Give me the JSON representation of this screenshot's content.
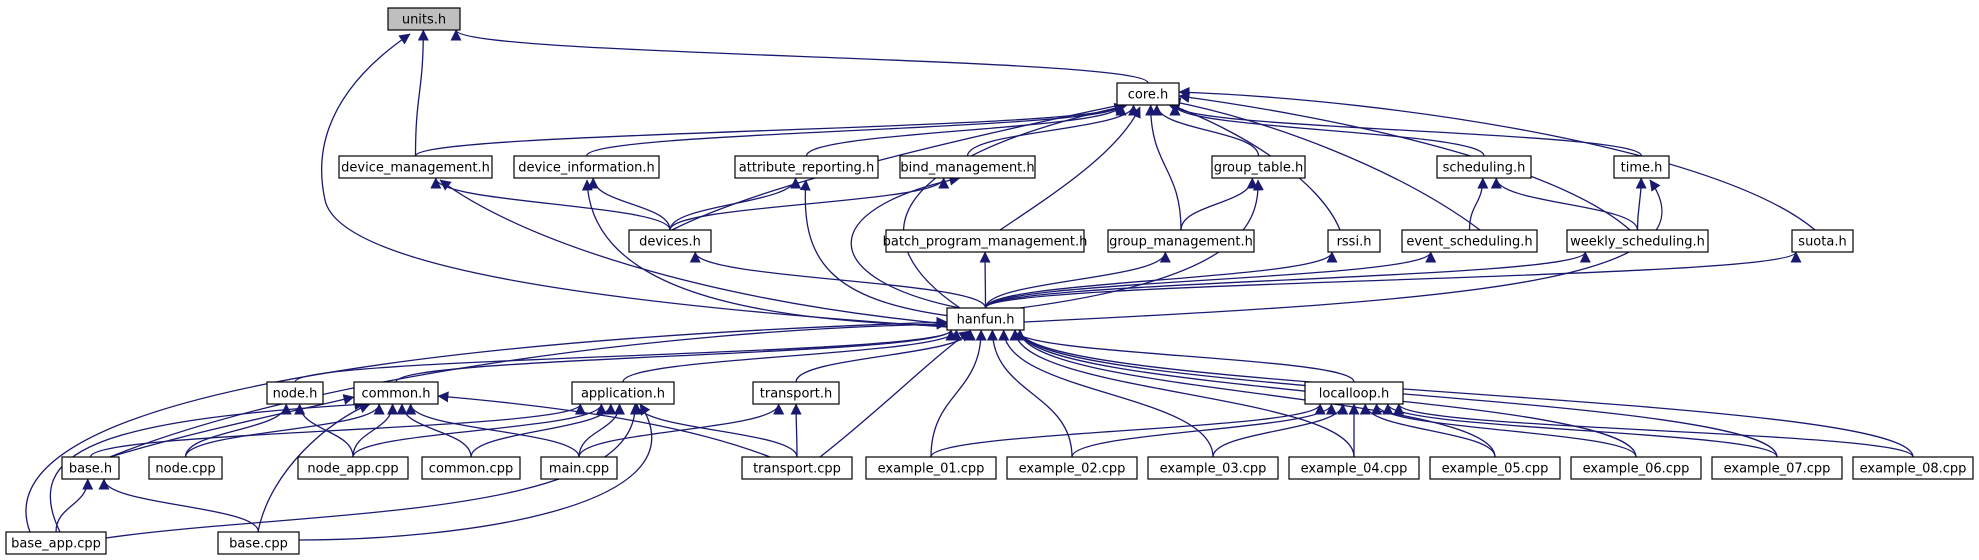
{
  "colors": {
    "edge": "#191970",
    "node_border": "#000000",
    "root_fill": "#bfbfbf",
    "node_fill": "#ffffff"
  },
  "nodes": [
    {
      "id": "units",
      "label": "units.h",
      "root": true
    },
    {
      "id": "core",
      "label": "core.h"
    },
    {
      "id": "device_management",
      "label": "device_management.h"
    },
    {
      "id": "device_information",
      "label": "device_information.h"
    },
    {
      "id": "attribute_reporting",
      "label": "attribute_reporting.h"
    },
    {
      "id": "bind_management",
      "label": "bind_management.h"
    },
    {
      "id": "group_table",
      "label": "group_table.h"
    },
    {
      "id": "scheduling",
      "label": "scheduling.h"
    },
    {
      "id": "time",
      "label": "time.h"
    },
    {
      "id": "devices",
      "label": "devices.h"
    },
    {
      "id": "batch_program_management",
      "label": "batch_program_management.h"
    },
    {
      "id": "group_management",
      "label": "group_management.h"
    },
    {
      "id": "rssi",
      "label": "rssi.h"
    },
    {
      "id": "event_scheduling",
      "label": "event_scheduling.h"
    },
    {
      "id": "weekly_scheduling",
      "label": "weekly_scheduling.h"
    },
    {
      "id": "suota",
      "label": "suota.h"
    },
    {
      "id": "hanfun",
      "label": "hanfun.h"
    },
    {
      "id": "node_h",
      "label": "node.h"
    },
    {
      "id": "common_h",
      "label": "common.h"
    },
    {
      "id": "application",
      "label": "application.h"
    },
    {
      "id": "transport_h",
      "label": "transport.h"
    },
    {
      "id": "localloop",
      "label": "localloop.h"
    },
    {
      "id": "base_h",
      "label": "base.h"
    },
    {
      "id": "node_cpp",
      "label": "node.cpp"
    },
    {
      "id": "node_app_cpp",
      "label": "node_app.cpp"
    },
    {
      "id": "common_cpp",
      "label": "common.cpp"
    },
    {
      "id": "main_cpp",
      "label": "main.cpp"
    },
    {
      "id": "transport_cpp",
      "label": "transport.cpp"
    },
    {
      "id": "ex01",
      "label": "example_01.cpp"
    },
    {
      "id": "ex02",
      "label": "example_02.cpp"
    },
    {
      "id": "ex03",
      "label": "example_03.cpp"
    },
    {
      "id": "ex04",
      "label": "example_04.cpp"
    },
    {
      "id": "ex05",
      "label": "example_05.cpp"
    },
    {
      "id": "ex06",
      "label": "example_06.cpp"
    },
    {
      "id": "ex07",
      "label": "example_07.cpp"
    },
    {
      "id": "ex08",
      "label": "example_08.cpp"
    },
    {
      "id": "base_app_cpp",
      "label": "base_app.cpp"
    },
    {
      "id": "base_cpp",
      "label": "base.cpp"
    }
  ],
  "edges": [
    {
      "from": "core",
      "to": "units"
    },
    {
      "from": "device_management",
      "to": "units"
    },
    {
      "from": "hanfun",
      "to": "units"
    },
    {
      "from": "device_management",
      "to": "core"
    },
    {
      "from": "device_information",
      "to": "core"
    },
    {
      "from": "attribute_reporting",
      "to": "core"
    },
    {
      "from": "bind_management",
      "to": "core"
    },
    {
      "from": "group_table",
      "to": "core"
    },
    {
      "from": "scheduling",
      "to": "core"
    },
    {
      "from": "time",
      "to": "core"
    },
    {
      "from": "devices",
      "to": "core"
    },
    {
      "from": "batch_program_management",
      "to": "core"
    },
    {
      "from": "group_management",
      "to": "core"
    },
    {
      "from": "rssi",
      "to": "core"
    },
    {
      "from": "event_scheduling",
      "to": "core"
    },
    {
      "from": "weekly_scheduling",
      "to": "core"
    },
    {
      "from": "suota",
      "to": "core"
    },
    {
      "from": "hanfun",
      "to": "core"
    },
    {
      "from": "devices",
      "to": "device_management"
    },
    {
      "from": "hanfun",
      "to": "device_management"
    },
    {
      "from": "devices",
      "to": "device_information"
    },
    {
      "from": "hanfun",
      "to": "device_information"
    },
    {
      "from": "devices",
      "to": "attribute_reporting"
    },
    {
      "from": "hanfun",
      "to": "attribute_reporting"
    },
    {
      "from": "devices",
      "to": "bind_management"
    },
    {
      "from": "hanfun",
      "to": "bind_management"
    },
    {
      "from": "group_management",
      "to": "group_table"
    },
    {
      "from": "hanfun",
      "to": "group_table"
    },
    {
      "from": "event_scheduling",
      "to": "scheduling"
    },
    {
      "from": "weekly_scheduling",
      "to": "scheduling"
    },
    {
      "from": "weekly_scheduling",
      "to": "time"
    },
    {
      "from": "hanfun",
      "to": "time"
    },
    {
      "from": "hanfun",
      "to": "devices"
    },
    {
      "from": "hanfun",
      "to": "batch_program_management"
    },
    {
      "from": "hanfun",
      "to": "group_management"
    },
    {
      "from": "hanfun",
      "to": "rssi"
    },
    {
      "from": "hanfun",
      "to": "event_scheduling"
    },
    {
      "from": "hanfun",
      "to": "weekly_scheduling"
    },
    {
      "from": "hanfun",
      "to": "suota"
    },
    {
      "from": "node_h",
      "to": "hanfun"
    },
    {
      "from": "common_h",
      "to": "hanfun"
    },
    {
      "from": "application",
      "to": "hanfun"
    },
    {
      "from": "transport_h",
      "to": "hanfun"
    },
    {
      "from": "localloop",
      "to": "hanfun"
    },
    {
      "from": "base_h",
      "to": "hanfun"
    },
    {
      "from": "base_app_cpp",
      "to": "hanfun"
    },
    {
      "from": "transport_cpp",
      "to": "hanfun"
    },
    {
      "from": "ex01",
      "to": "hanfun"
    },
    {
      "from": "ex02",
      "to": "hanfun"
    },
    {
      "from": "ex03",
      "to": "hanfun"
    },
    {
      "from": "ex04",
      "to": "hanfun"
    },
    {
      "from": "ex05",
      "to": "hanfun"
    },
    {
      "from": "ex06",
      "to": "hanfun"
    },
    {
      "from": "ex07",
      "to": "hanfun"
    },
    {
      "from": "ex08",
      "to": "hanfun"
    },
    {
      "from": "node_cpp",
      "to": "node_h"
    },
    {
      "from": "node_app_cpp",
      "to": "node_h"
    },
    {
      "from": "base_h",
      "to": "common_h"
    },
    {
      "from": "node_cpp",
      "to": "common_h"
    },
    {
      "from": "node_app_cpp",
      "to": "common_h"
    },
    {
      "from": "common_cpp",
      "to": "common_h"
    },
    {
      "from": "main_cpp",
      "to": "common_h"
    },
    {
      "from": "transport_cpp",
      "to": "common_h"
    },
    {
      "from": "base_app_cpp",
      "to": "common_h"
    },
    {
      "from": "base_cpp",
      "to": "common_h"
    },
    {
      "from": "base_h",
      "to": "application"
    },
    {
      "from": "node_app_cpp",
      "to": "application"
    },
    {
      "from": "common_cpp",
      "to": "application"
    },
    {
      "from": "main_cpp",
      "to": "application"
    },
    {
      "from": "transport_cpp",
      "to": "application"
    },
    {
      "from": "base_app_cpp",
      "to": "application"
    },
    {
      "from": "base_cpp",
      "to": "application"
    },
    {
      "from": "transport_cpp",
      "to": "transport_h"
    },
    {
      "from": "main_cpp",
      "to": "transport_h"
    },
    {
      "from": "ex01",
      "to": "localloop"
    },
    {
      "from": "ex02",
      "to": "localloop"
    },
    {
      "from": "ex03",
      "to": "localloop"
    },
    {
      "from": "ex04",
      "to": "localloop"
    },
    {
      "from": "ex05",
      "to": "localloop"
    },
    {
      "from": "ex06",
      "to": "localloop"
    },
    {
      "from": "ex07",
      "to": "localloop"
    },
    {
      "from": "ex08",
      "to": "localloop"
    },
    {
      "from": "base_app_cpp",
      "to": "base_h"
    },
    {
      "from": "base_cpp",
      "to": "base_h"
    }
  ]
}
